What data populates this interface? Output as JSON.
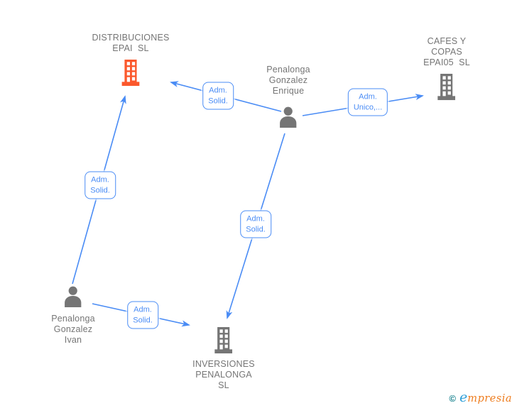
{
  "diagram_title": "corporate-relationship-graph",
  "colors": {
    "edge_blue": "#4a8cf5",
    "node_text_gray": "#757575",
    "icon_gray": "#757575",
    "highlight_orange": "#fb582c",
    "logo_teal": "#15808d",
    "logo_blue": "#2e9fd8",
    "logo_orange": "#ee7d1f"
  },
  "nodes": {
    "distribuciones": {
      "type": "company",
      "highlighted": true,
      "lines": [
        "DISTRIBUCIONES",
        "EPAI  SL"
      ]
    },
    "cafes": {
      "type": "company",
      "highlighted": false,
      "lines": [
        "CAFES Y",
        "COPAS",
        "EPAI05  SL"
      ]
    },
    "enrique": {
      "type": "person",
      "highlighted": false,
      "lines": [
        "Penalonga",
        "Gonzalez",
        "Enrique"
      ]
    },
    "ivan": {
      "type": "person",
      "highlighted": false,
      "lines": [
        "Penalonga",
        "Gonzalez",
        "Ivan"
      ]
    },
    "inversiones": {
      "type": "company",
      "highlighted": false,
      "lines": [
        "INVERSIONES",
        "PENALONGA",
        "SL"
      ]
    }
  },
  "edges": {
    "enrique_to_distribuciones": {
      "lines": [
        "Adm.",
        "Solid."
      ]
    },
    "enrique_to_cafes": {
      "lines": [
        "Adm.",
        "Unico,..."
      ]
    },
    "enrique_to_inversiones": {
      "lines": [
        "Adm.",
        "Solid."
      ]
    },
    "ivan_to_distribuciones": {
      "lines": [
        "Adm.",
        "Solid."
      ]
    },
    "ivan_to_inversiones": {
      "lines": [
        "Adm.",
        "Solid."
      ]
    }
  },
  "footer": {
    "copyright": "©",
    "brand_initial": "e",
    "brand_rest": "mpresia"
  }
}
